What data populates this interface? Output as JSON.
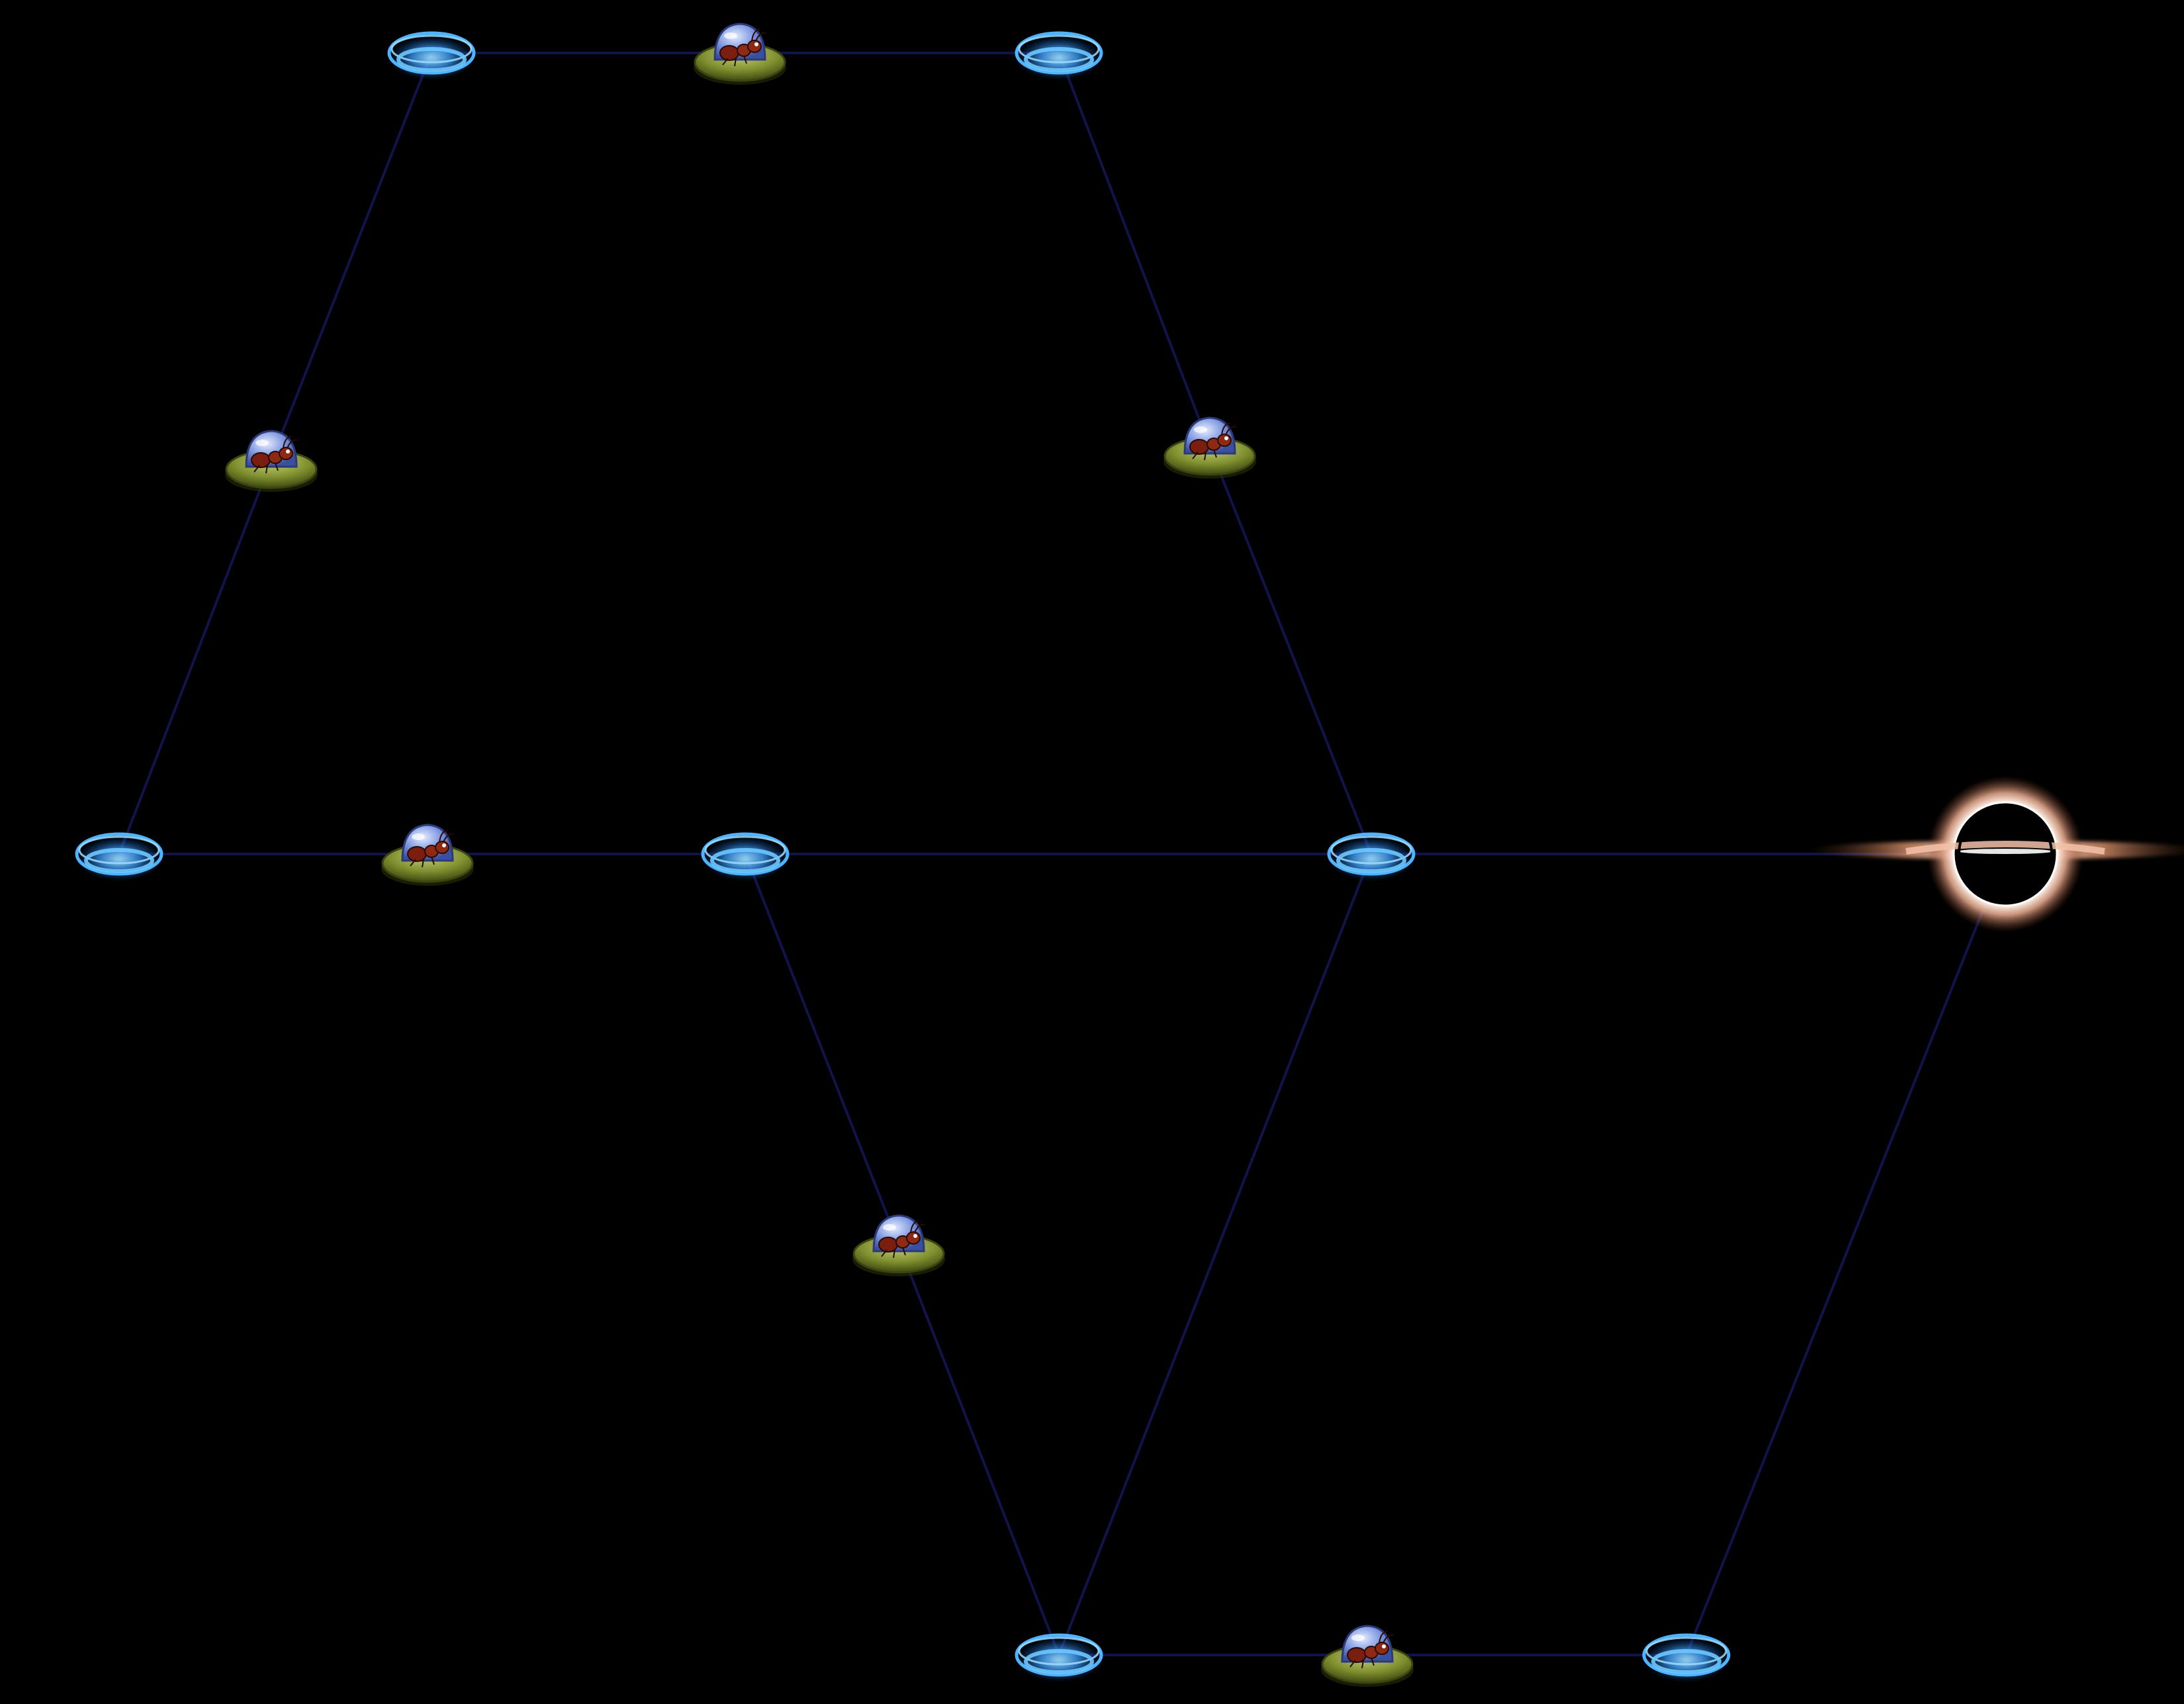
{
  "colors": {
    "background": "#000000",
    "edge": "#10144a",
    "portal_ring": "#4fb4ff",
    "portal_glow": "#1a6fd6",
    "ant_body": "#7a1e10",
    "ship_hull": "#7f8f2e",
    "ship_dome": "#6a86d8",
    "accretion_disk": "#f2c2a8"
  },
  "icons": {
    "portal": "portal-ring-icon",
    "ship": "ant-ufo-icon",
    "goal": "black-hole-icon"
  },
  "nodes": [
    {
      "id": "p1",
      "kind": "portal"
    },
    {
      "id": "s1",
      "kind": "ship"
    },
    {
      "id": "p2",
      "kind": "portal"
    },
    {
      "id": "s2",
      "kind": "ship"
    },
    {
      "id": "s3",
      "kind": "ship"
    },
    {
      "id": "p3",
      "kind": "portal"
    },
    {
      "id": "s4",
      "kind": "ship"
    },
    {
      "id": "p4",
      "kind": "portal"
    },
    {
      "id": "p5",
      "kind": "portal"
    },
    {
      "id": "bh",
      "kind": "goal"
    },
    {
      "id": "s5",
      "kind": "ship"
    },
    {
      "id": "p6",
      "kind": "portal"
    },
    {
      "id": "s6",
      "kind": "ship"
    },
    {
      "id": "p7",
      "kind": "portal"
    }
  ],
  "edges": [
    [
      "p1",
      "s1"
    ],
    [
      "s1",
      "p2"
    ],
    [
      "p1",
      "s2"
    ],
    [
      "p2",
      "s3"
    ],
    [
      "s2",
      "p3"
    ],
    [
      "s3",
      "p5"
    ],
    [
      "p3",
      "s4"
    ],
    [
      "s4",
      "p4"
    ],
    [
      "p4",
      "p5"
    ],
    [
      "p5",
      "bh"
    ],
    [
      "p4",
      "s5"
    ],
    [
      "s5",
      "p6"
    ],
    [
      "p5",
      "p6"
    ],
    [
      "p6",
      "s6"
    ],
    [
      "s6",
      "p7"
    ],
    [
      "p7",
      "bh"
    ]
  ]
}
